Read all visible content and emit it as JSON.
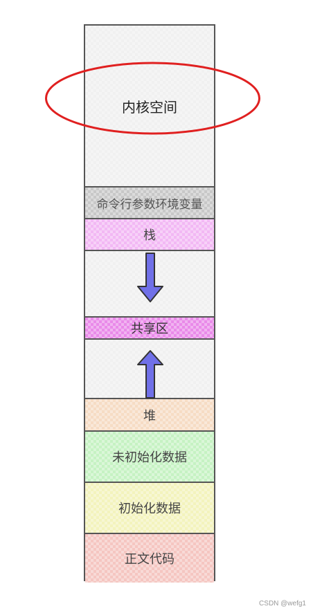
{
  "segments": {
    "kernel": "内核空间",
    "cmdline_env": "命令行参数环境变量",
    "stack": "栈",
    "shared": "共享区",
    "heap": "堆",
    "bss": "未初始化数据",
    "data": "初始化数据",
    "text": "正文代码"
  },
  "watermark": "CSDN @wefg1",
  "colors": {
    "highlight_ellipse": "#e02020",
    "arrow_fill": "#7070e8",
    "arrow_stroke": "#333333"
  },
  "icons": {
    "stack_growth": "arrow-down-icon",
    "heap_growth": "arrow-up-icon"
  }
}
